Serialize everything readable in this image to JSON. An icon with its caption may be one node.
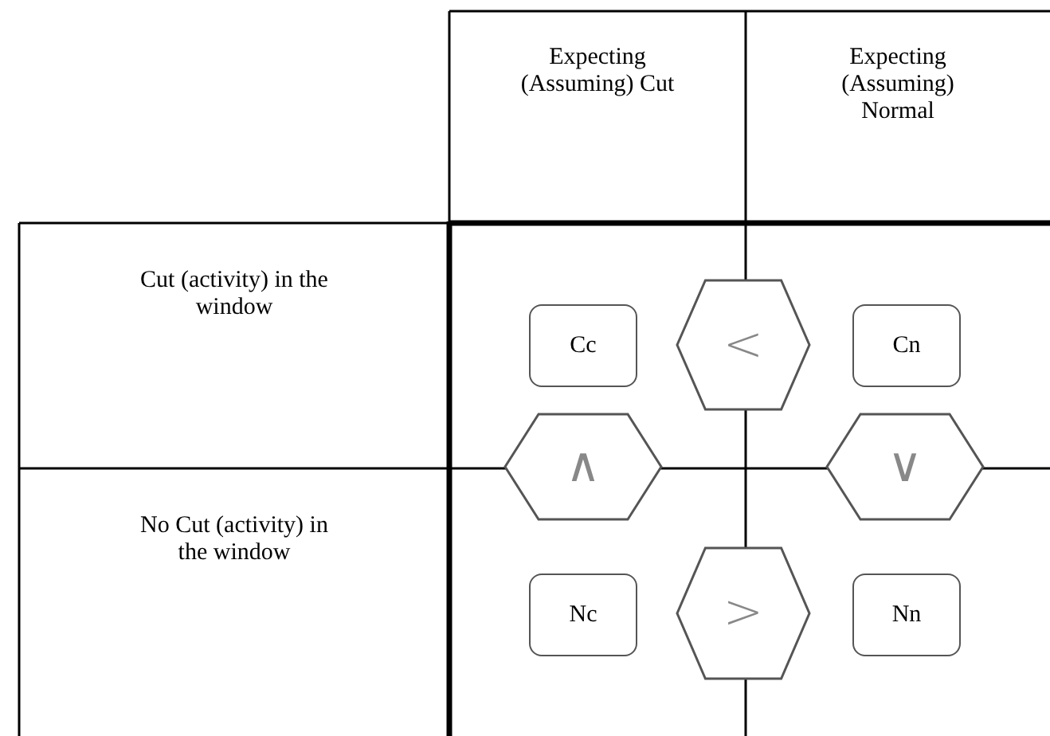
{
  "diagram": {
    "nodes": [
      {
        "text": [
          "Expecting (Assuming) Cut"
        ]
      },
      {
        "text": [
          "Expecting (Assuming) Normal"
        ]
      },
      {
        "text": [
          "Cut (activity) in the window"
        ]
      },
      {
        "text": [
          "No Cut (activity) in the window"
        ]
      },
      {
        "text": [
          "Cc"
        ]
      },
      {
        "text": [
          "<"
        ]
      },
      {
        "text": [
          "Cn"
        ]
      },
      {
        "text": [
          "∧"
        ]
      },
      {
        "text": [
          "∨"
        ]
      },
      {
        "text": [
          "Nc"
        ]
      },
      {
        "text": [
          ">"
        ]
      },
      {
        "text": [
          "Nn"
        ]
      }
    ]
  }
}
